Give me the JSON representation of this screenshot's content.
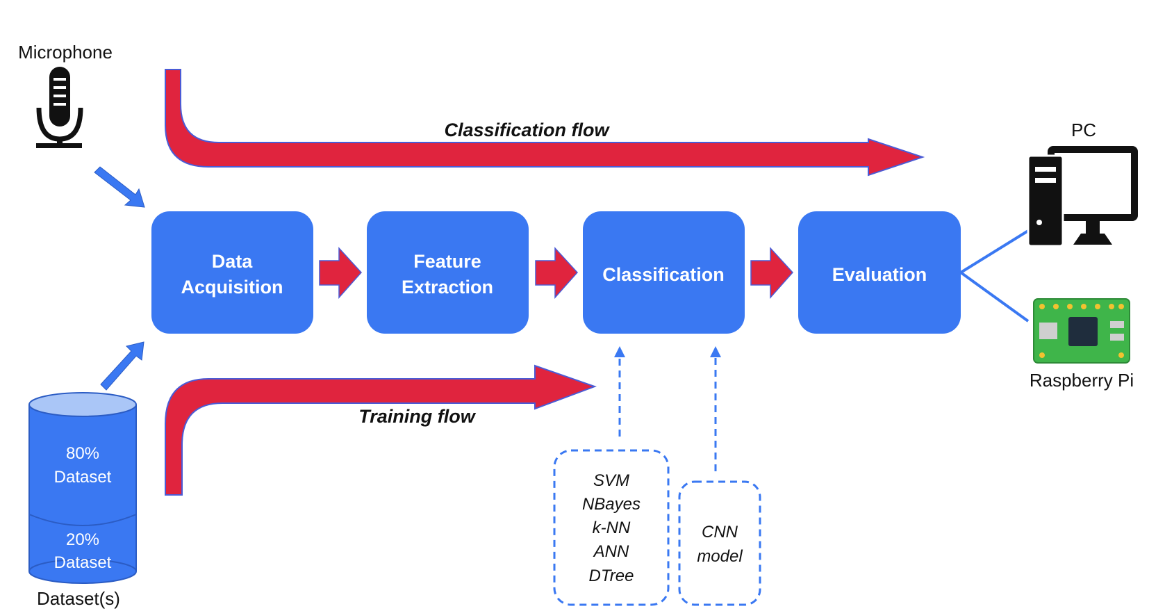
{
  "devices": {
    "microphone": "Microphone",
    "pc": "PC",
    "raspberry_pi": "Raspberry Pi",
    "datasets": "Dataset(s)"
  },
  "database": {
    "top_pct": "80%",
    "top_label": "Dataset",
    "bottom_pct": "20%",
    "bottom_label": "Dataset"
  },
  "flows": {
    "classification": "Classification flow",
    "training": "Training flow"
  },
  "stages": {
    "data_acquisition": [
      "Data",
      "Acquisition"
    ],
    "feature_extraction": [
      "Feature",
      "Extraction"
    ],
    "classification": "Classification",
    "evaluation": "Evaluation"
  },
  "classifiers": {
    "methods": [
      "SVM",
      "NBayes",
      "k-NN",
      "ANN",
      "DTree"
    ],
    "cnn": [
      "CNN",
      "model"
    ]
  },
  "colors": {
    "box_blue": "#3a78f2",
    "flow_red": "#e0243e",
    "flow_outline": "#4a5bd6",
    "db_top": "#aac6f7",
    "board_green": "#3fb54a"
  },
  "icons": [
    "microphone-icon",
    "pc-icon",
    "raspberry-pi-icon",
    "database-icon"
  ]
}
